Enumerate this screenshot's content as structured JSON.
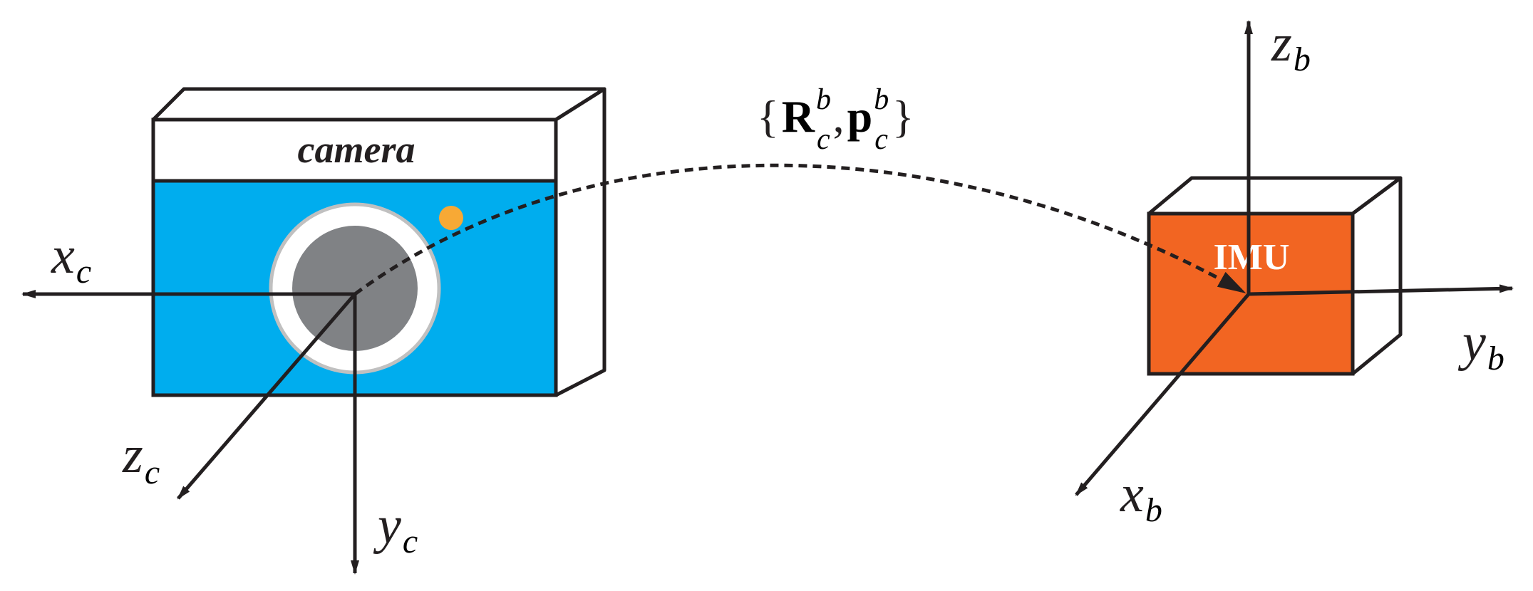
{
  "colors": {
    "camera_body": "#00adee",
    "camera_flash": "#f7a935",
    "lens_outer": "#ffffff",
    "lens_ring": "#c0c0c0",
    "lens_inner": "#808285",
    "imu_body": "#f26522",
    "outline": "#231f20"
  },
  "camera": {
    "title": "camera",
    "icons": [
      "camera-icon",
      "lens-icon",
      "flash-dot-icon"
    ],
    "axes": {
      "x": {
        "base": "x",
        "sub": "c"
      },
      "y": {
        "base": "y",
        "sub": "c"
      },
      "z": {
        "base": "z",
        "sub": "c"
      }
    }
  },
  "imu": {
    "title": "IMU",
    "icons": [
      "imu-box-icon"
    ],
    "axes": {
      "x": {
        "base": "x",
        "sub": "b"
      },
      "y": {
        "base": "y",
        "sub": "b"
      },
      "z": {
        "base": "z",
        "sub": "b"
      }
    }
  },
  "transform": {
    "open_brace": "{",
    "close_brace": "}",
    "rotation": {
      "base": "R",
      "sub": "c",
      "sup": "b"
    },
    "comma": ",",
    "translation": {
      "base": "p",
      "sub": "c",
      "sup": "b"
    }
  }
}
